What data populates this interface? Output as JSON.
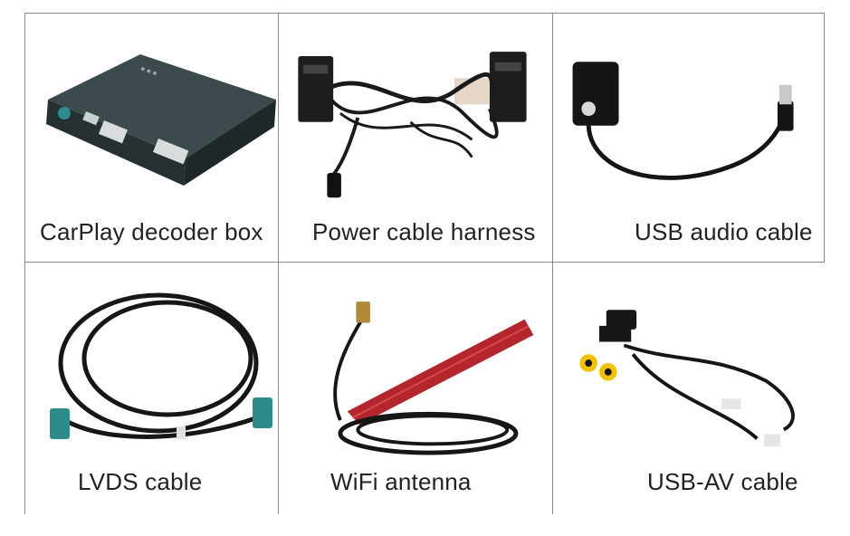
{
  "colors": {
    "grid_line": "#8a8a8a",
    "caption_text": "#222222",
    "box_body": "#2f3b3e",
    "cable": "#1a1a1a",
    "antenna_red": "#b3262b",
    "connector_teal": "#2e8b8b",
    "rca_yellow": "#f2c200",
    "usb_metal": "#c9c9c9"
  },
  "items": [
    {
      "caption": "CarPlay decoder box",
      "icon": "decoder-box-icon"
    },
    {
      "caption": "Power cable harness",
      "icon": "cable-harness-icon"
    },
    {
      "caption": "USB audio cable",
      "icon": "usb-audio-cable-icon"
    },
    {
      "caption": "LVDS cable",
      "icon": "lvds-cable-icon"
    },
    {
      "caption": "WiFi antenna",
      "icon": "wifi-antenna-icon"
    },
    {
      "caption": "USB-AV cable",
      "icon": "usb-av-cable-icon"
    }
  ]
}
